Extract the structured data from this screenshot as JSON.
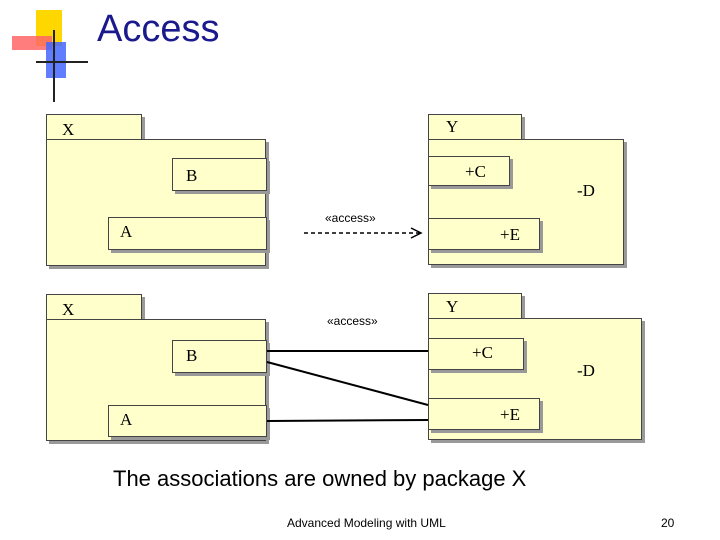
{
  "slide": {
    "title": "Access",
    "caption": "The associations are owned by package X",
    "footer": "Advanced Modeling with UML",
    "page_number": "20"
  },
  "diagram1": {
    "package_x": "X",
    "package_y": "Y",
    "class_b": "B",
    "class_a": "A",
    "class_c": "+C",
    "class_d": "-D",
    "class_e": "+E",
    "dependency_label": "«access»"
  },
  "diagram2": {
    "package_x": "X",
    "package_y": "Y",
    "class_b": "B",
    "class_a": "A",
    "class_c": "+C",
    "class_d": "-D",
    "class_e": "+E",
    "dependency_label": "«access»"
  },
  "colors": {
    "package_fill": "#ffffcc",
    "title": "#1a1a8c",
    "logo_yellow": "#ffd700",
    "logo_red": "#ff3333",
    "logo_blue": "#3355ff"
  }
}
